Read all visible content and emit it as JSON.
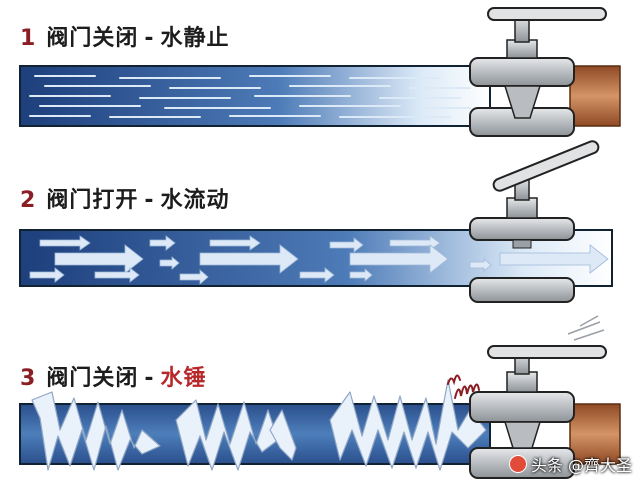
{
  "steps": [
    {
      "number": "1",
      "action": "阀门关闭",
      "result": "水静止"
    },
    {
      "number": "2",
      "action": "阀门打开",
      "result": "水流动"
    },
    {
      "number": "3",
      "action": "阀门关闭",
      "result": "水锤"
    }
  ],
  "watermark": "头条 @齊大圣",
  "colors": {
    "pipe_blue": "#24467f",
    "pipe_light": "#d9e8f7",
    "valve_gray": "#c9ccce",
    "copper": "#b06a3b",
    "number_red": "#8b1e24",
    "hammer_red": "#b7282b"
  }
}
